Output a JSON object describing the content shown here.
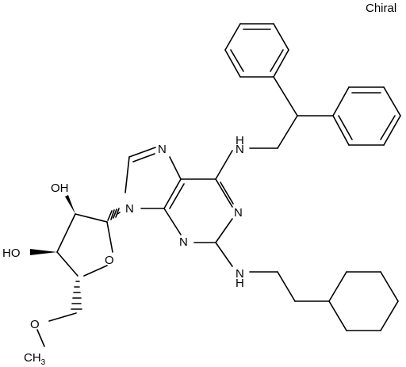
{
  "structure": {
    "chiral_label": "Chiral",
    "atoms": {
      "n_imidazole": "N",
      "n9": "N",
      "n1": "N",
      "n3": "N",
      "nh_top": "H",
      "nh_top_n": "N",
      "nh_bottom": "H",
      "nh_bottom_n": "N",
      "oh_upper": "OH",
      "oh_lower": "HO",
      "o_ring": "O",
      "o_methoxy": "O",
      "ch3": "CH",
      "ch3_sub": "3"
    }
  }
}
